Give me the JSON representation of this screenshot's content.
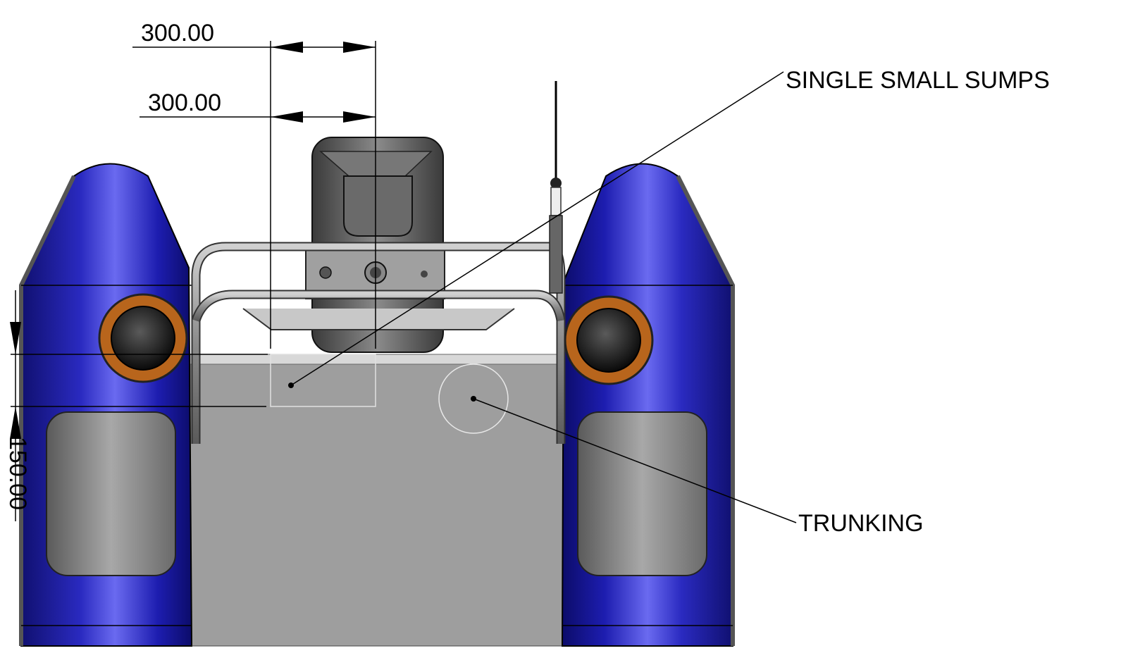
{
  "dimensions": {
    "top_width": "300.00",
    "second_width": "300.00",
    "vertical_height": "150.00"
  },
  "labels": {
    "sumps": "SINGLE SMALL SUMPS",
    "trunking": "TRUNKING"
  },
  "colors": {
    "hull_blue": "#1a1aa0",
    "hull_highlight": "#7070f0",
    "deck_grey": "#9e9e9e",
    "thruster_ring": "#b8651c",
    "line": "#000000"
  }
}
